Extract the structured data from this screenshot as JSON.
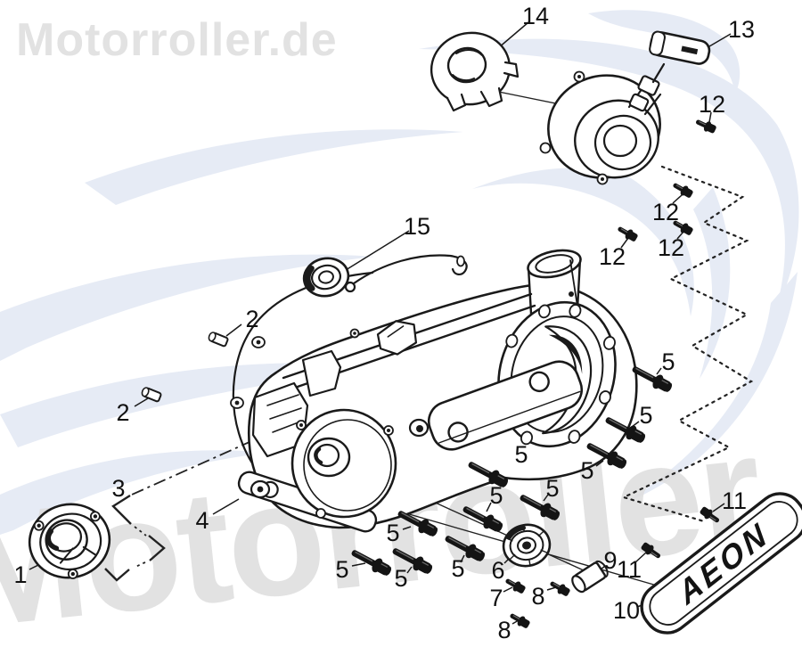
{
  "document": {
    "type": "exploded-parts-diagram",
    "subject": "scooter crankcase / transmission cover assembly"
  },
  "watermark": {
    "top_text": "Motorroller.de",
    "diagonal_text": "Motorroller"
  },
  "badge": {
    "text": "AEON"
  },
  "colors": {
    "background": "#ffffff",
    "line_art": "#1a1a1a",
    "hardware_fill": "#141414",
    "watermark_gray": "#dedede",
    "watermark_blue": "#e6ebf5"
  },
  "callouts": {
    "n1": "1",
    "n2": "2",
    "n3": "3",
    "n4": "4",
    "n5": "5",
    "n6": "6",
    "n7": "7",
    "n8": "8",
    "n9": "9",
    "n10": "10",
    "n11": "11",
    "n12": "12",
    "n13": "13",
    "n14": "14",
    "n15": "15"
  }
}
